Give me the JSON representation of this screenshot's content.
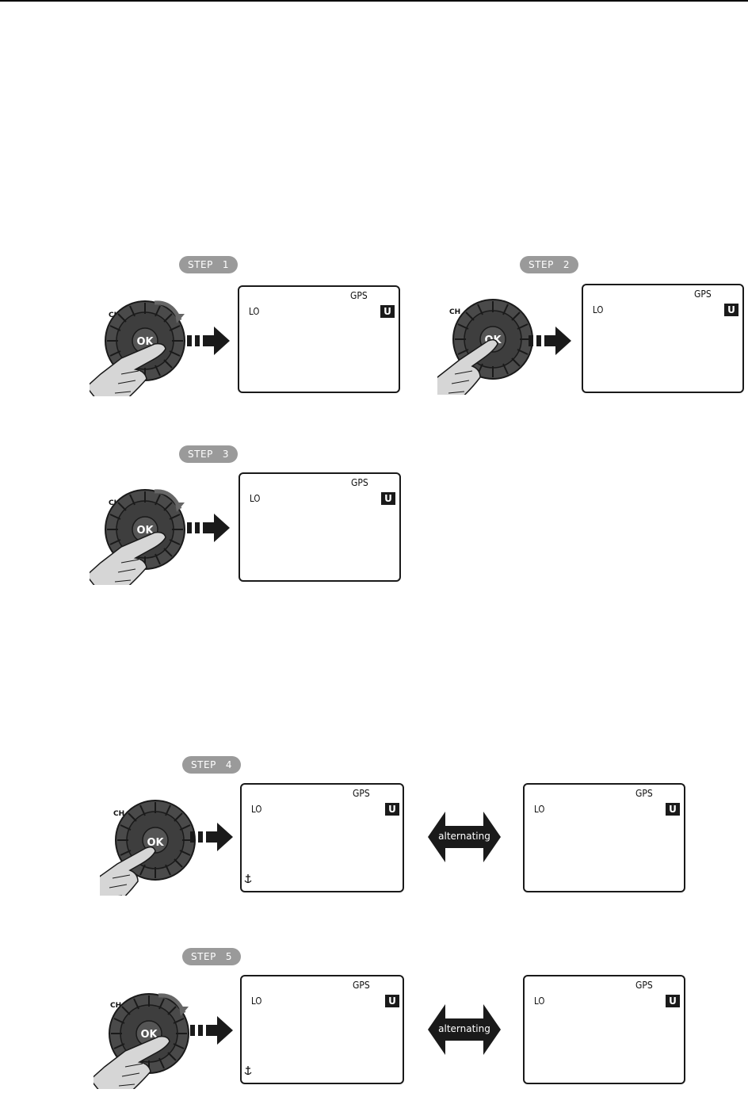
{
  "steps": [
    {
      "label": "STEP",
      "num": "1"
    },
    {
      "label": "STEP",
      "num": "2"
    },
    {
      "label": "STEP",
      "num": "3"
    },
    {
      "label": "STEP",
      "num": "4"
    },
    {
      "label": "STEP",
      "num": "5"
    }
  ],
  "lcd": {
    "gps": "GPS",
    "lo": "LO",
    "u": "U"
  },
  "knob": {
    "ch": "CH",
    "ok": "OK"
  },
  "alternating": "alternating",
  "colors": {
    "pill": "#9a9a9a",
    "knob": "#4a4a4a",
    "hand": "#d6d6d6",
    "ink": "#1a1a1a"
  }
}
